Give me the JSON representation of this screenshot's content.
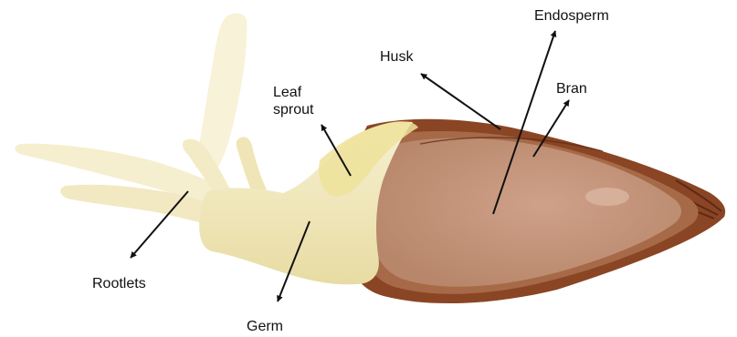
{
  "labels": {
    "endosperm": "Endosperm",
    "husk": "Husk",
    "bran": "Bran",
    "leaf_line1": "Leaf",
    "leaf_line2": "sprout",
    "rootlets": "Rootlets",
    "germ": "Germ"
  },
  "colors": {
    "background": "#ffffff",
    "husk": "#8a4524",
    "husk_dark": "#5e2a13",
    "bran": "#a66a48",
    "endosperm": "#c49377",
    "endosperm_highlight": "#dcb8a4",
    "germ": "#ece0b4",
    "sprout_pale": "#f5efcf",
    "sprout_yellow": "#efe29a",
    "arrow": "#111111"
  }
}
